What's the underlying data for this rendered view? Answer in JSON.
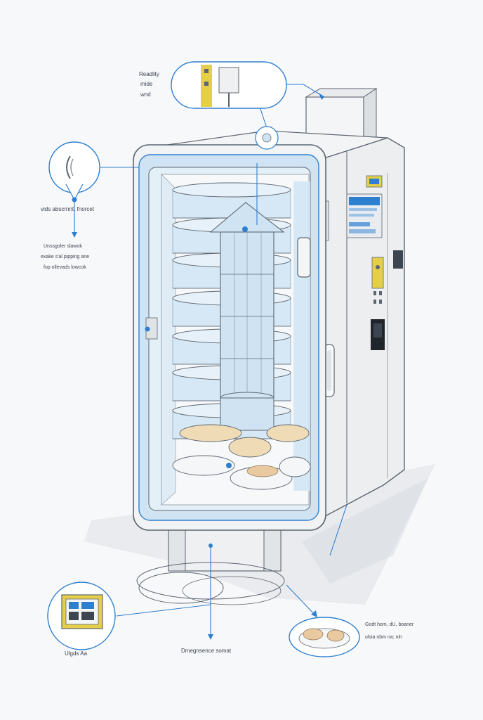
{
  "colors": {
    "background": "#f7f8f9",
    "outline": "#5d6670",
    "accent_blue": "#2f7fd0",
    "glass": "#cfe3f2",
    "glass_light": "#e4f0f8",
    "cabinet": "#f2f3f4",
    "panel_shadow": "#dcdfe2",
    "warning_yellow": "#e6cf48",
    "tray_cream": "#efdcb6",
    "display_dark": "#1f252b",
    "floor_shadow": "#e2e6ea"
  },
  "callouts": {
    "top_label": [
      "Readlity",
      "mide",
      "wnd"
    ],
    "left_title": "vids abscrnnt, fnorcet",
    "left_desc": [
      "Unssgoler slawok",
      "exake s'al pipping ane",
      "fop ollevads lowcok"
    ],
    "bottom_left": "Ulgds Aa",
    "bottom_center": "Dmegnsence somat",
    "bottom_right": [
      "Godt hom, dU, boaner",
      "ulsia nbm na; nln"
    ]
  },
  "icons": {
    "top_detail": "sensor-probe-icon",
    "left_detail": "fan-blade-icon",
    "bottom_left_detail": "control-screen-icon",
    "bottom_right_detail": "food-tray-icon"
  }
}
